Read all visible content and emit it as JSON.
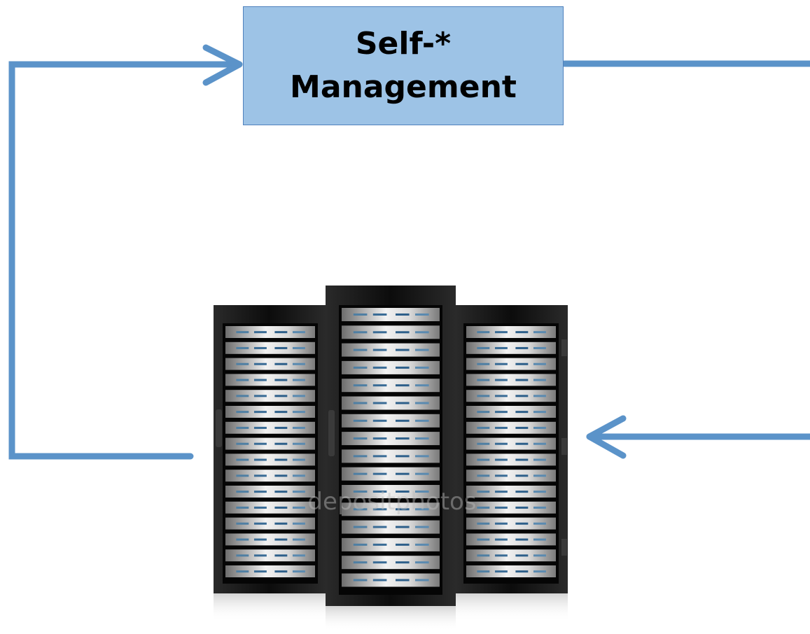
{
  "diagram": {
    "box": {
      "line1": "Self-*",
      "line2": "Management"
    },
    "watermark": "depositphotos",
    "colors": {
      "box_fill": "#9dc3e6",
      "box_border": "#4f81bd",
      "arrow": "#5b93c9",
      "rack_body": "#111111"
    },
    "icons": [
      "server-racks-illustration",
      "arrow-right-icon",
      "arrow-left-icon"
    ]
  }
}
